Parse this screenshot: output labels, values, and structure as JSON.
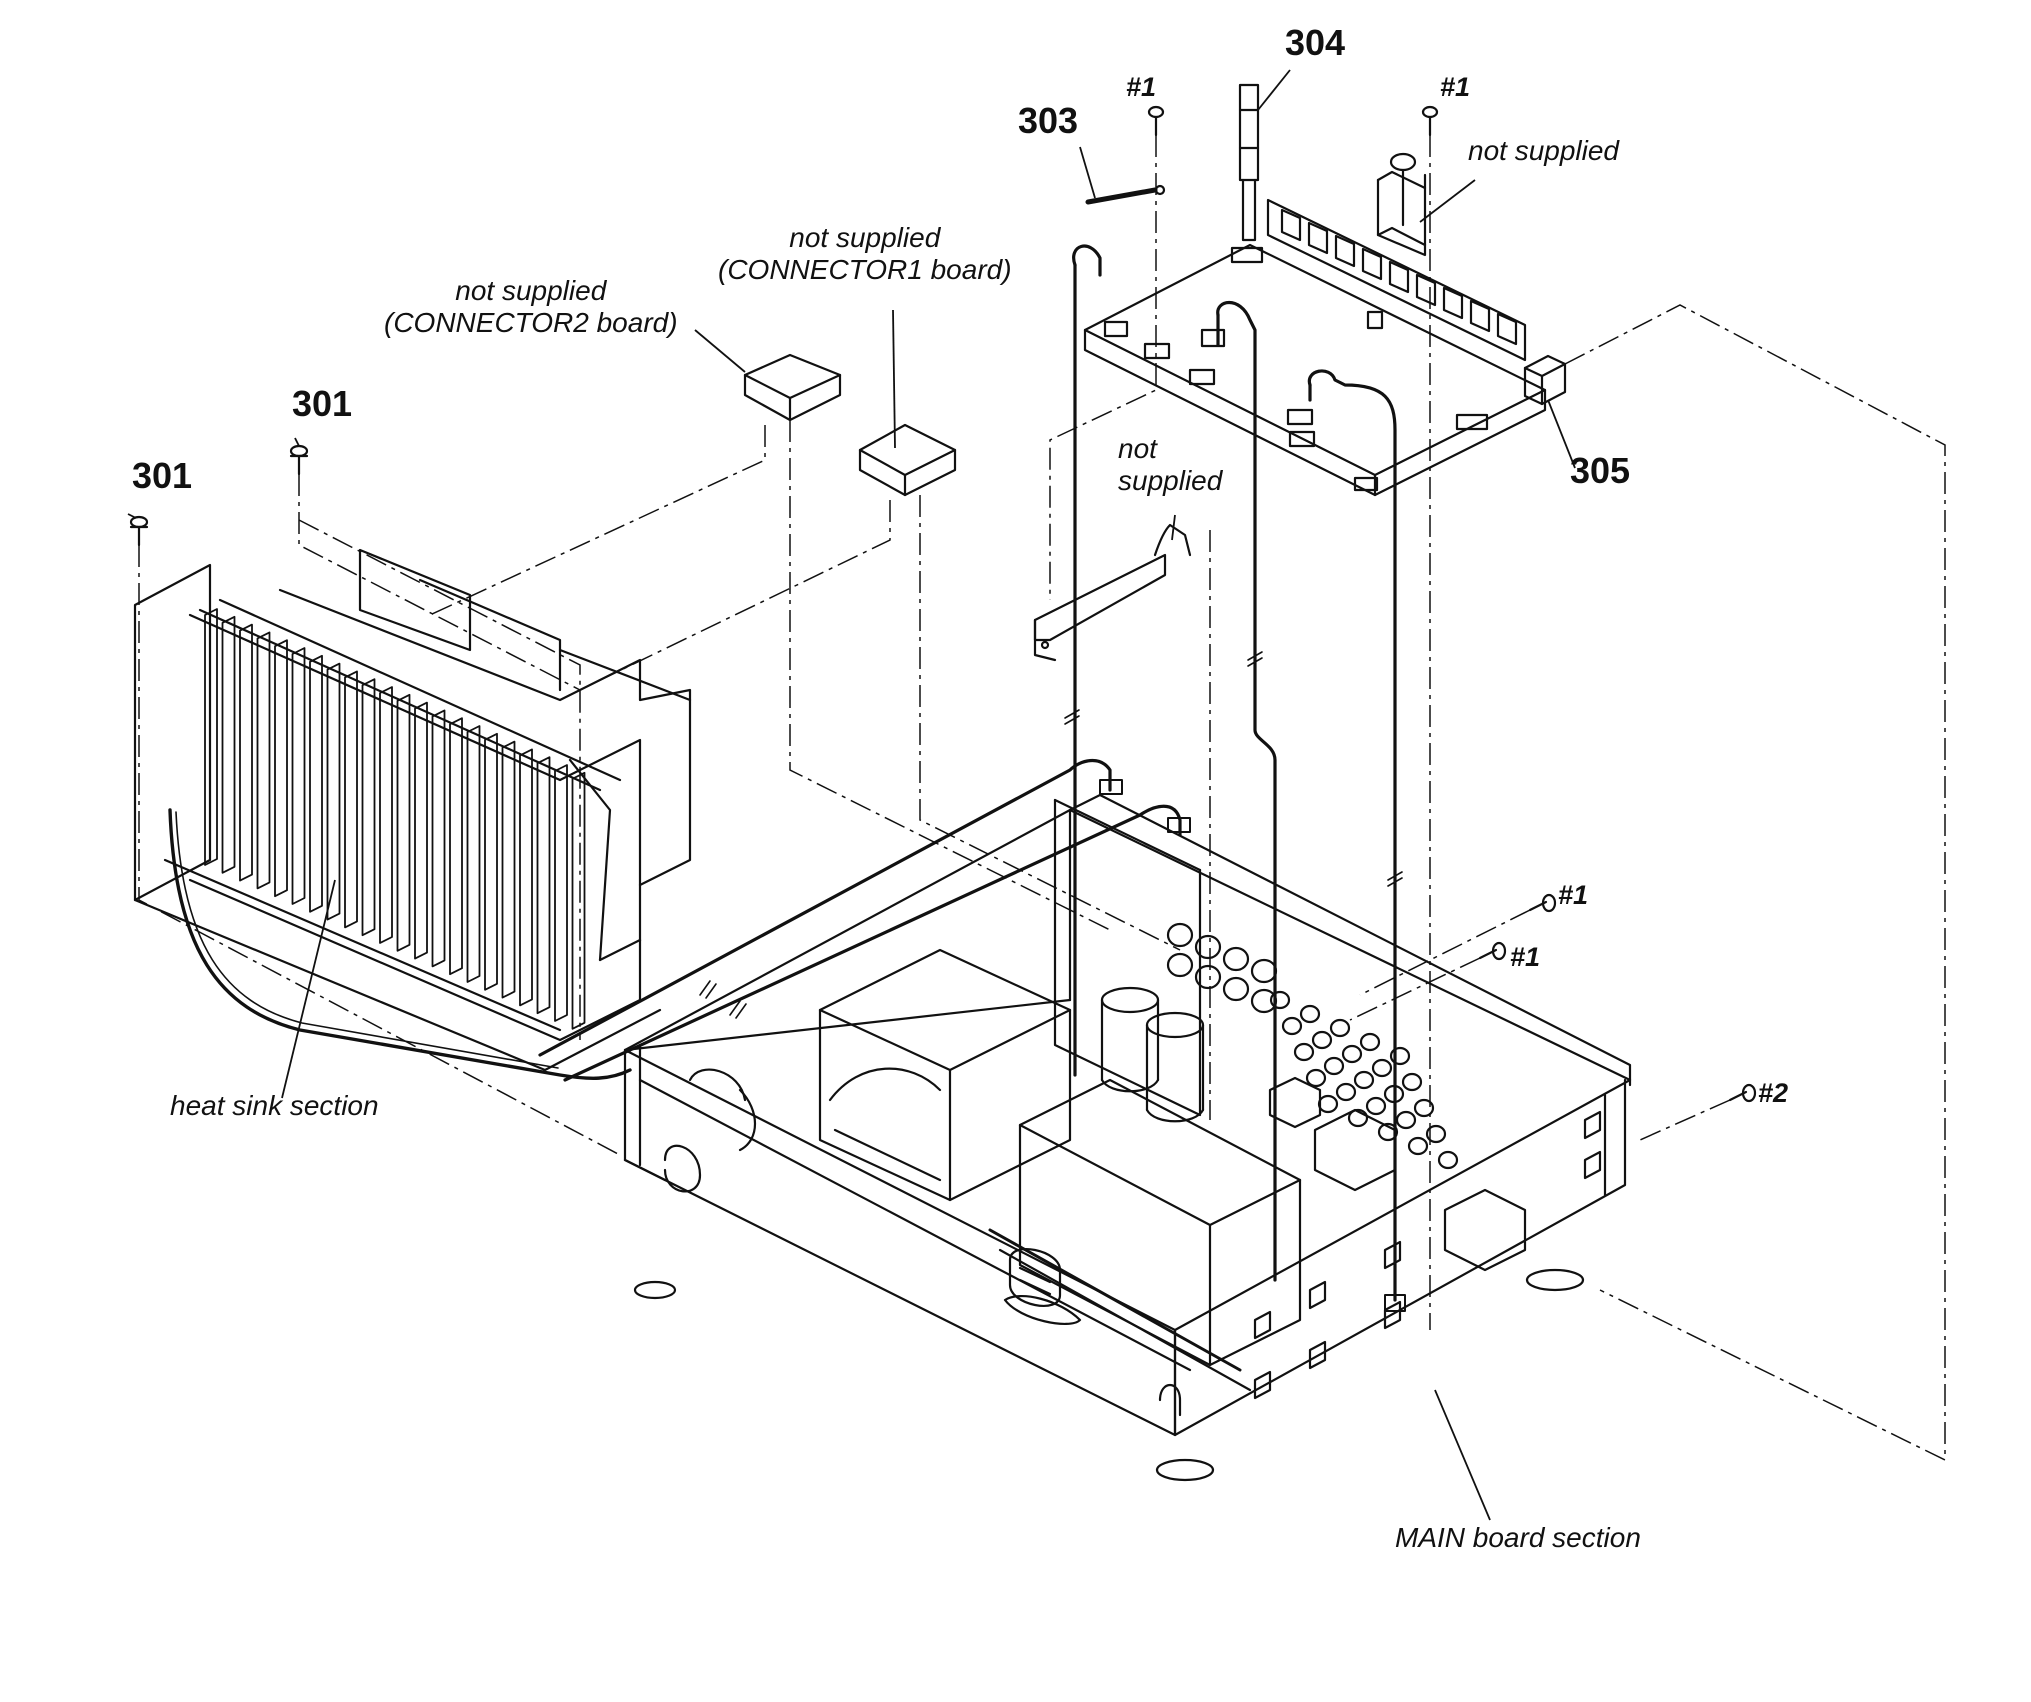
{
  "callouts": {
    "p301_a": "301",
    "p301_b": "301",
    "p303": "303",
    "p304": "304",
    "p305": "305"
  },
  "refs": {
    "screw1_top_left": "#1",
    "screw1_top_right": "#1",
    "screw1_side_upper": "#1",
    "screw1_side_lower": "#1",
    "screw2_side": "#2"
  },
  "notes": {
    "connector2_line1": "not supplied",
    "connector2_line2": "(CONNECTOR2 board)",
    "connector1_line1": "not supplied",
    "connector1_line2": "(CONNECTOR1 board)",
    "bracket_line1": "not",
    "bracket_line2": "supplied",
    "top_bracket": "not supplied"
  },
  "sections": {
    "heat_sink": "heat sink section",
    "main_board": "MAIN board section"
  }
}
